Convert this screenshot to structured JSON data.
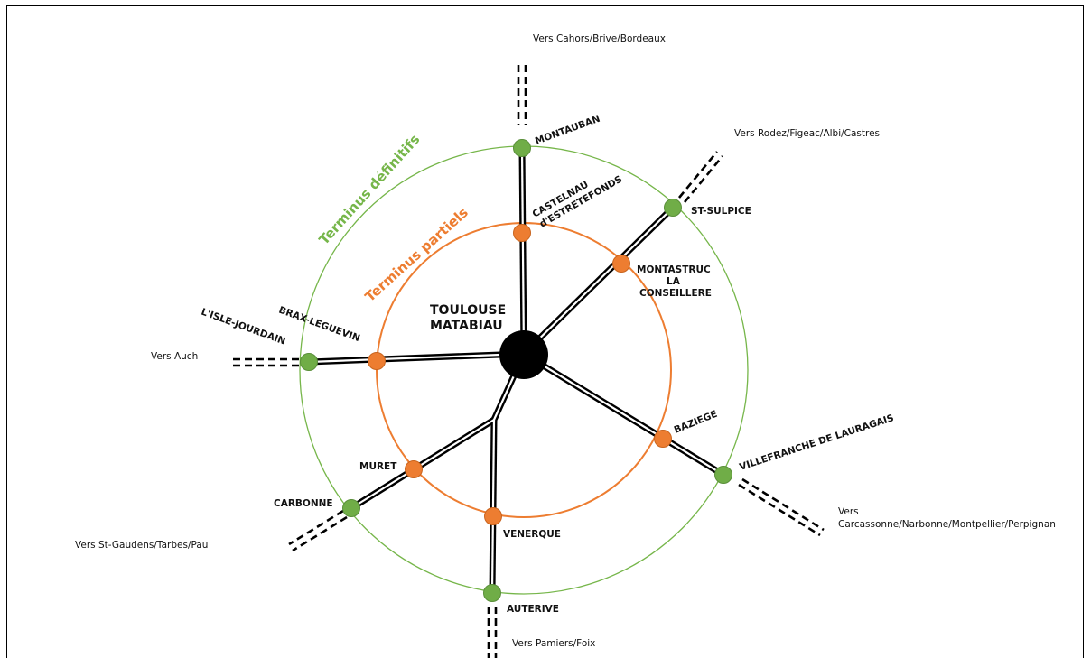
{
  "colors": {
    "outer_ring": "#76b64a",
    "inner_ring": "#ed7d31",
    "final_station": "#70ad47",
    "partial_station": "#ed7d31",
    "hub": "#000000"
  },
  "hub": {
    "line1": "TOULOUSE",
    "line2": "MATABIAU"
  },
  "rings": {
    "outer_label": "Terminus définitifs",
    "inner_label": "Terminus partiels"
  },
  "stations": {
    "montauban": "MONTAUBAN",
    "castelnau_line1": "CASTELNAU",
    "castelnau_line2": "d'ESTRETEFONDS",
    "st_sulpice": "ST-SULPICE",
    "montastruc_line1": "MONTASTRUC",
    "montastruc_line2": "LA",
    "montastruc_line3": "CONSEILLERE",
    "baziege": "BAZIEGE",
    "villefranche": "VILLEFRANCHE DE LAURAGAIS",
    "brax": "BRAX-LEGUEVIN",
    "isle_jourdain": "L'ISLE-JOURDAIN",
    "muret": "MURET",
    "carbonne": "CARBONNE",
    "venerque": "VENERQUE",
    "auterive": "AUTERIVE"
  },
  "directions": {
    "north": "Vers Cahors/Brive/Bordeaux",
    "northeast": "Vers Rodez/Figeac/Albi/Castres",
    "west": "Vers Auch",
    "southeast_line1": "Vers",
    "southeast_line2": "Carcassonne/Narbonne/Montpellier/Perpignan",
    "southwest": "Vers St-Gaudens/Tarbes/Pau",
    "south": "Vers Pamiers/Foix"
  }
}
